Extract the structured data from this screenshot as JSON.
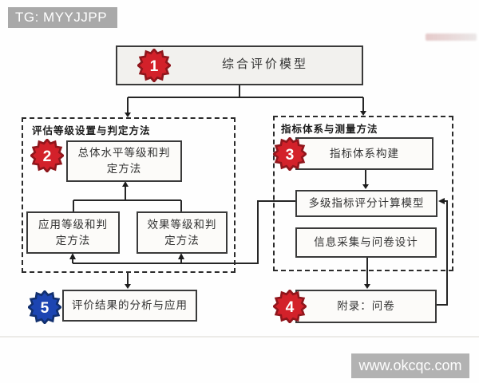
{
  "header": {
    "tag": "TG: MYYJJPP"
  },
  "footer": {
    "watermark": "www.okcqc.com"
  },
  "colors": {
    "badge_red": "#d3212a",
    "badge_red_rim": "#8f161c",
    "badge_blue": "#1c45b2",
    "badge_blue_rim": "#12306f",
    "line": "#262626"
  },
  "diagram": {
    "root": {
      "badge": "1",
      "label": "综合评价模型"
    },
    "left_group": {
      "title": "评估等级设置与判定方法",
      "badge": "2",
      "main_box": "总体水平等级和判定方法",
      "sub_boxes": [
        "应用等级和判定方法",
        "效果等级和判定方法"
      ]
    },
    "right_group": {
      "title": "指标体系与测量方法",
      "badge": "3",
      "boxes": [
        "指标体系构建",
        "多级指标评分计算模型",
        "信息采集与问卷设计"
      ]
    },
    "bottom_right": {
      "badge": "4",
      "label": "附录：问卷"
    },
    "bottom_left": {
      "badge": "5",
      "label": "评价结果的分析与应用"
    }
  }
}
